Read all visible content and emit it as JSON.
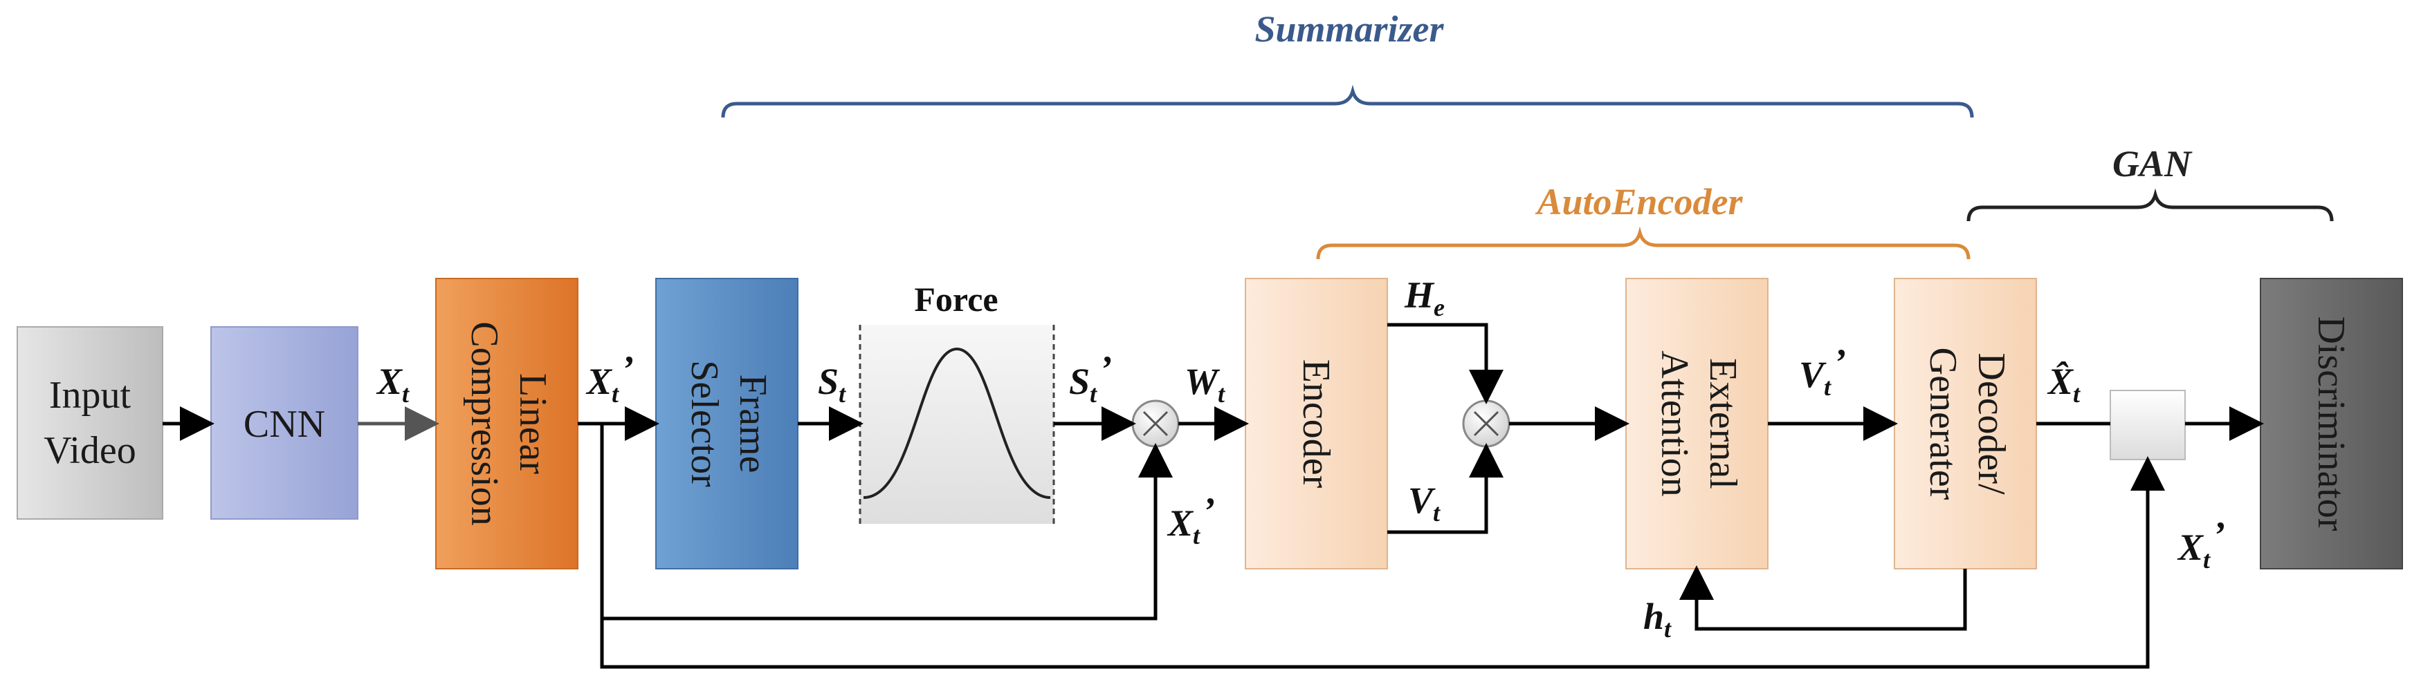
{
  "labels": {
    "summarizer": "Summarizer",
    "autoencoder": "AutoEncoder",
    "gan": "GAN",
    "force": "Force"
  },
  "blocks": {
    "input_video": [
      "Input",
      "Video"
    ],
    "cnn": "CNN",
    "linear_compression": [
      "Linear",
      "Compression"
    ],
    "frame_selector": [
      "Frame",
      "Selector"
    ],
    "encoder": "Encoder",
    "external_attention": [
      "External",
      "Attention"
    ],
    "decoder_generater": [
      "Decoder/",
      "Generater"
    ],
    "discriminator": "Discriminator"
  },
  "signals": {
    "x_t": {
      "base": "X",
      "sub": "t"
    },
    "x_t_prime": {
      "base": "X",
      "sub": "t",
      "sup": "’"
    },
    "s_t": {
      "base": "S",
      "sub": "t"
    },
    "s_t_prime": {
      "base": "S",
      "sub": "t",
      "sup": "’"
    },
    "w_t": {
      "base": "W",
      "sub": "t"
    },
    "h_e": {
      "base": "H",
      "sub": "e"
    },
    "v_t": {
      "base": "V",
      "sub": "t"
    },
    "v_t_prime": {
      "base": "V",
      "sub": "t",
      "sup": "’"
    },
    "x_hat_t": {
      "base": "X̂",
      "sub": "t"
    },
    "h_t": {
      "base": "h",
      "sub": "t"
    }
  },
  "colors": {
    "summarizer": "#3b5a8c",
    "autoencoder": "#d98a3a",
    "gan": "#222222",
    "input_video": "#d4d4d4",
    "cnn": "#aab4de",
    "linear_compression": "#e8853a",
    "frame_selector": "#5f92c8",
    "force_bg": "#ececec",
    "autoencoder_block": "#fbe2cc",
    "discriminator": "#6e6e6e"
  }
}
